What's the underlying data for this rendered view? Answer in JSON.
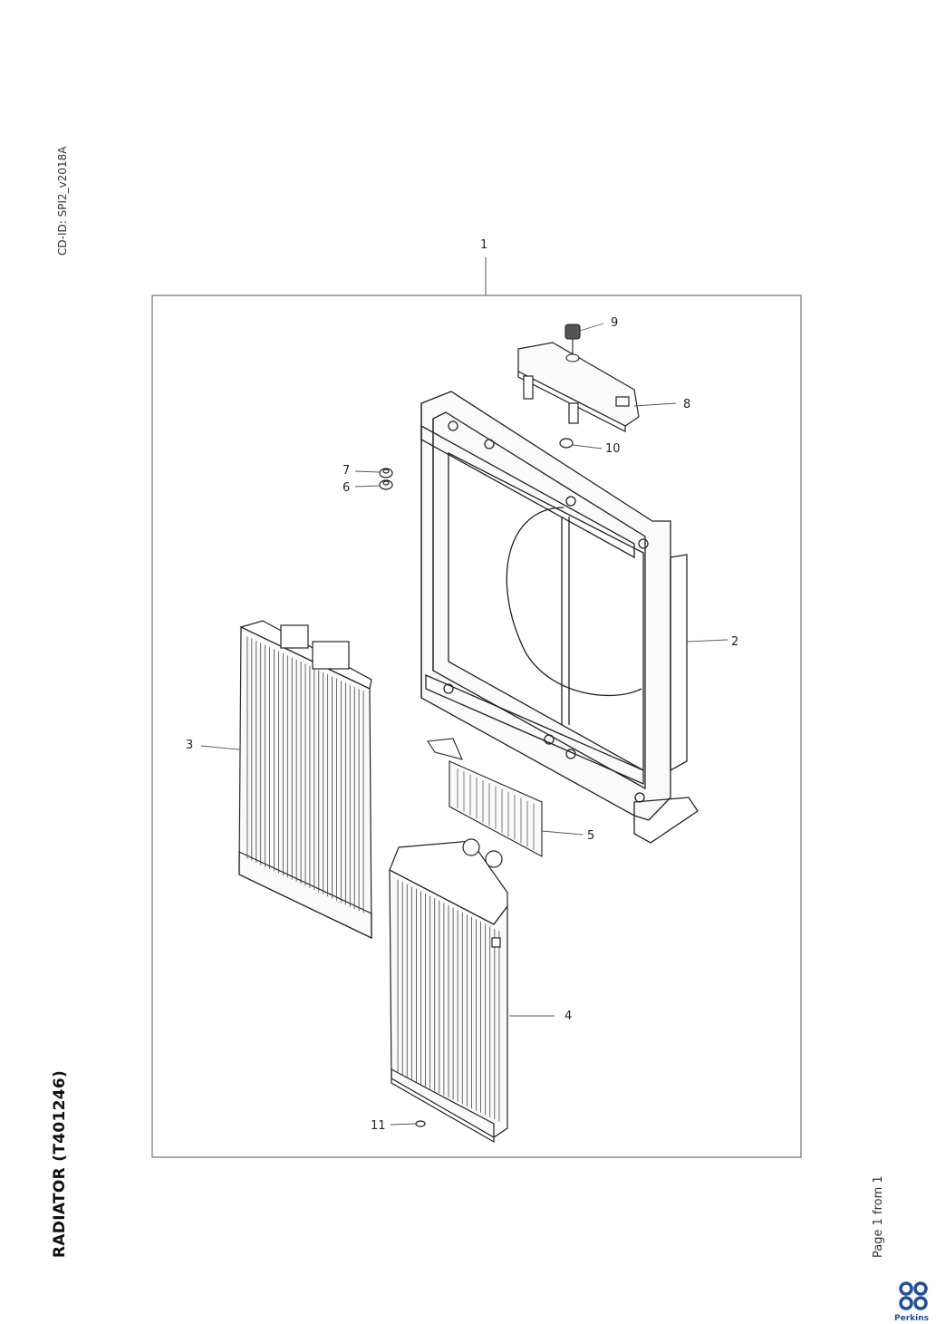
{
  "doc": {
    "cd_id": "CD-ID: SPI2_v2018A",
    "title": "RADIATOR (T401246)",
    "page": "Page 1 from 1",
    "brand": "Perkins"
  },
  "callouts": [
    {
      "id": "c1",
      "label": "1"
    },
    {
      "id": "c2",
      "label": "2"
    },
    {
      "id": "c3",
      "label": "3"
    },
    {
      "id": "c4",
      "label": "4"
    },
    {
      "id": "c5",
      "label": "5"
    },
    {
      "id": "c6",
      "label": "6"
    },
    {
      "id": "c7",
      "label": "7"
    },
    {
      "id": "c8",
      "label": "8"
    },
    {
      "id": "c9",
      "label": "9"
    },
    {
      "id": "c10",
      "label": "10"
    },
    {
      "id": "c11",
      "label": "11"
    }
  ],
  "colors": {
    "line": "#222222",
    "frame": "#555555",
    "brand": "#1f4e9c"
  }
}
